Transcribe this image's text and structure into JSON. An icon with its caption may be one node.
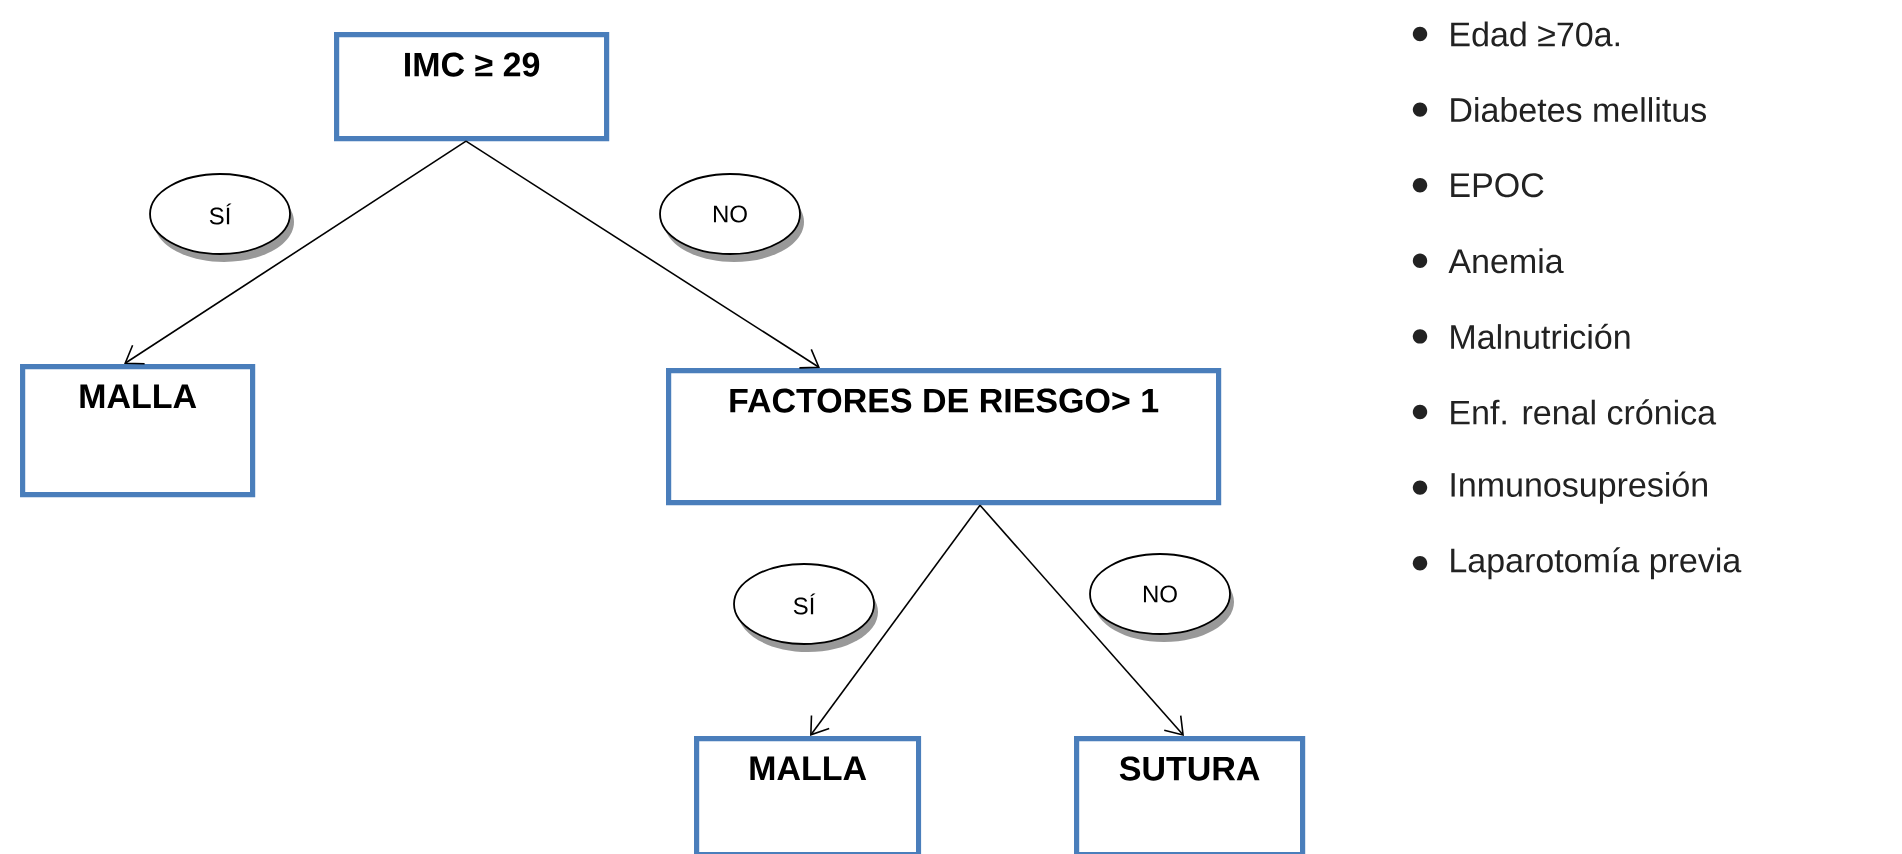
{
  "diagram": {
    "nodes": [
      {
        "text": [
          "IMC ≥ 29"
        ]
      },
      {
        "text": [
          "MALLA"
        ]
      },
      {
        "text": [
          "FACTORES DE RIESGO> 1"
        ]
      },
      {
        "text": [
          "MALLA"
        ]
      },
      {
        "text": [
          "SUTURA"
        ]
      }
    ],
    "edges": [
      {
        "from": 0,
        "to": 1,
        "arrow": "to",
        "label": "SÍ"
      },
      {
        "from": 0,
        "to": 2,
        "arrow": "to",
        "label": "NO"
      },
      {
        "from": 2,
        "to": 3,
        "arrow": "to",
        "label": "SÍ"
      },
      {
        "from": 2,
        "to": 4,
        "arrow": "to",
        "label": "NO"
      }
    ],
    "labels": [
      "Edad ≥70a.",
      "Diabetes mellitus",
      "EPOC",
      "Anemia",
      "Malnutrición",
      "Enf. renal crónica",
      "Inmunosupresión",
      "Laparotomía previa"
    ]
  }
}
